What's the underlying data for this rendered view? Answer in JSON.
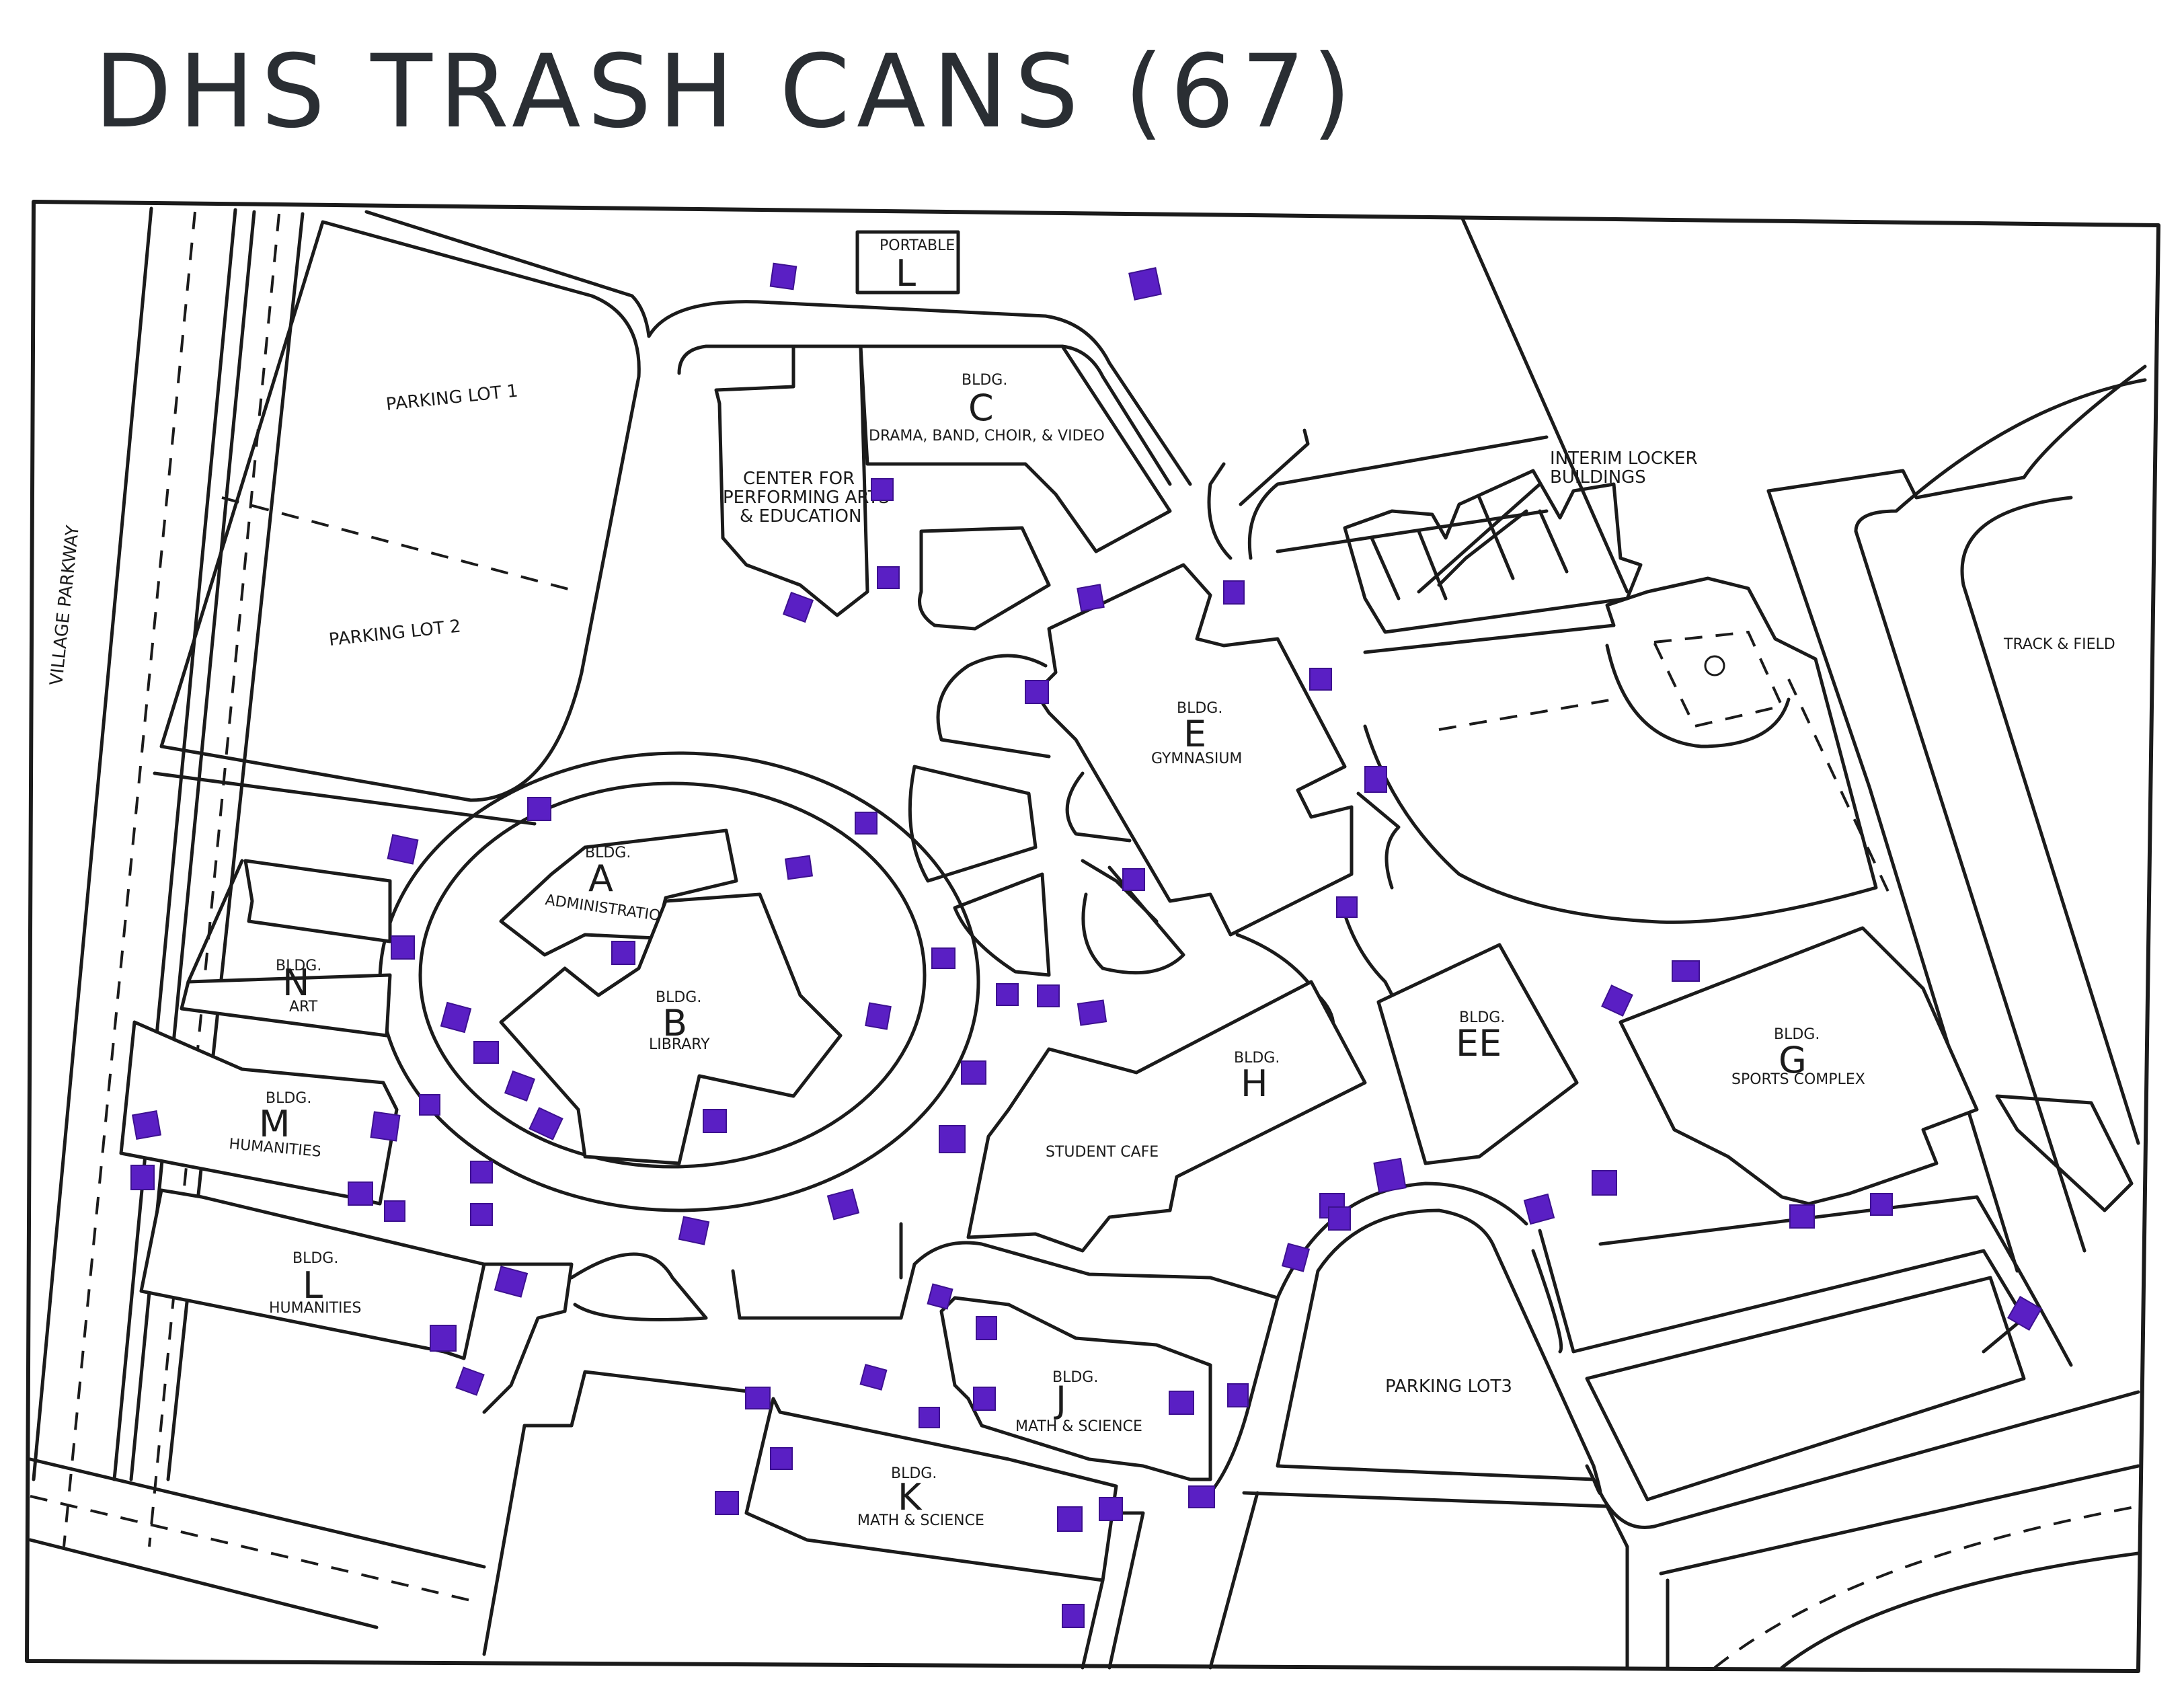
{
  "title": "DHS TRASH CANS (67)",
  "colors": {
    "trash_can": "#5a1fc4",
    "ink": "#1b1b1b",
    "paper": "#ffffff"
  },
  "streets": {
    "village_parkway": "VILLAGE PARKWAY"
  },
  "parking": {
    "lot1": "PARKING LOT 1",
    "lot2": "PARKING LOT 2",
    "lot3": "PARKING LOT3"
  },
  "buildings": {
    "portable_l": {
      "caption": "PORTABLE",
      "letter": "L"
    },
    "c": {
      "bldg": "BLDG.",
      "letter": "C",
      "name": "DRAMA, BAND, CHOIR, & VIDEO"
    },
    "center": {
      "line1": "CENTER FOR",
      "line2": "PERFORMING ARTS",
      "line3": "& EDUCATION"
    },
    "a": {
      "bldg": "BLDG.",
      "letter": "A",
      "name": "ADMINISTRATION"
    },
    "b": {
      "bldg": "BLDG.",
      "letter": "B",
      "name": "LIBRARY"
    },
    "e": {
      "bldg": "BLDG.",
      "letter": "E",
      "name": "GYMNASIUM"
    },
    "n": {
      "bldg": "BLDG.",
      "letter": "N",
      "name": "ART"
    },
    "m": {
      "bldg": "BLDG.",
      "letter": "M",
      "name": "HUMANITIES"
    },
    "l": {
      "bldg": "BLDG.",
      "letter": "L",
      "name": "HUMANITIES"
    },
    "h": {
      "bldg": "BLDG.",
      "letter": "H",
      "name": "STUDENT CAFE"
    },
    "ee": {
      "bldg": "BLDG.",
      "letter": "EE"
    },
    "g": {
      "bldg": "BLDG.",
      "letter": "G",
      "name": "SPORTS COMPLEX"
    },
    "j": {
      "bldg": "BLDG.",
      "letter": "J",
      "name": "MATH & SCIENCE"
    },
    "k": {
      "bldg": "BLDG.",
      "letter": "K",
      "name": "MATH & SCIENCE"
    }
  },
  "interim": {
    "line1": "INTERIM LOCKER",
    "line2": "BUILDINGS"
  },
  "track": "TRACK & FIELD"
}
